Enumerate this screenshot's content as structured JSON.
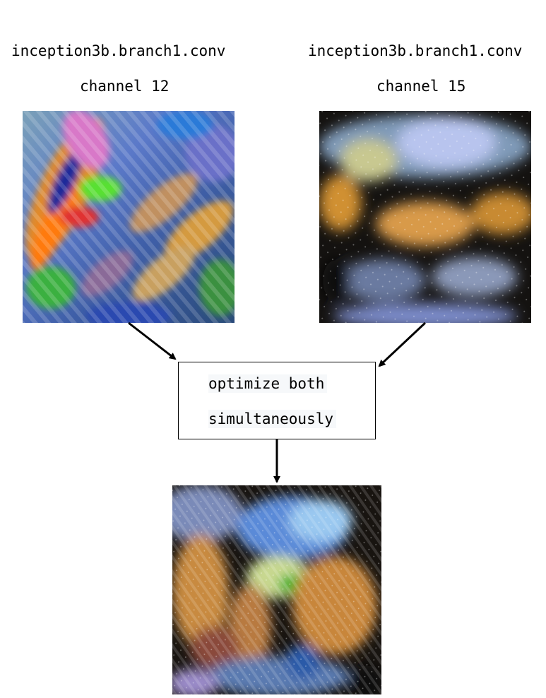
{
  "left": {
    "layer": "inception3b.branch1.conv",
    "channel": "channel 12",
    "image_icon": "feature-visualization-swirl"
  },
  "right": {
    "layer": "inception3b.branch1.conv",
    "channel": "channel 15",
    "image_icon": "feature-visualization-blobs"
  },
  "process": {
    "line1": "optimize both",
    "line2": "simultaneously"
  },
  "result": {
    "image_icon": "feature-visualization-combined"
  },
  "colors": {
    "stroke": "#000000",
    "text_highlight": "#f6f8fa"
  }
}
